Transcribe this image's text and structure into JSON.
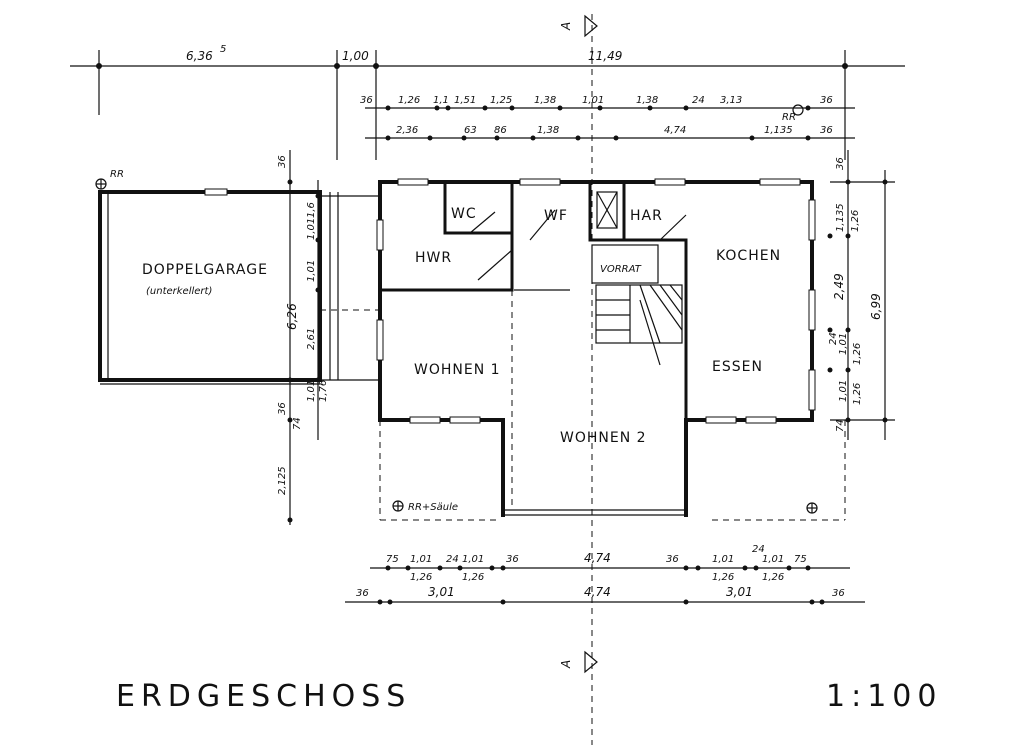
{
  "title": "ERDGESCHOSS",
  "scale": "1:100",
  "section_marker": "A",
  "rooms": {
    "garage": "DOPPELGARAGE",
    "garage_note": "(unterkellert)",
    "wc": "WC",
    "wf": "WF",
    "har": "HAR",
    "hwr": "HWR",
    "kochen": "KOCHEN",
    "vorrat": "VORRAT",
    "wohnen1": "WOHNEN 1",
    "essen": "ESSEN",
    "wohnen2": "WOHNEN 2"
  },
  "labels": {
    "rr": "RR",
    "rr_saeule": "RR+Säule"
  },
  "dims_top": {
    "overall_left": "6,36",
    "overall_left_sup": "5",
    "overall_mid": "1,00",
    "overall_main": "11,49",
    "row2": [
      "36",
      "1,26",
      "1,1",
      "1,51",
      "1,25",
      "1,38",
      "1,01",
      "1,38",
      "24",
      "3,13",
      "36"
    ],
    "row3": [
      "2,36",
      "63",
      "86",
      "1,38",
      "4,74",
      "1,135",
      "36"
    ]
  },
  "dims_left": [
    "36",
    "1,01",
    "1,6",
    "1,01",
    "2,61",
    "6,26",
    "36",
    "74",
    "1,01",
    "1,76",
    "2,125"
  ],
  "dims_right": [
    "36",
    "1,135",
    "1,26",
    "2,49",
    "6,99",
    "24",
    "1,01",
    "1,26",
    "1,01",
    "1,26",
    "74"
  ],
  "dims_bottom": {
    "row1": [
      "75",
      "1,01",
      "24",
      "1,01",
      "36",
      "4,74",
      "36",
      "1,01",
      "24",
      "1,01",
      "75"
    ],
    "row1_sub": [
      "1,26",
      "1,26",
      "1,26",
      "1,26"
    ],
    "row2": [
      "36",
      "3,01",
      "4,74",
      "3,01",
      "36"
    ]
  }
}
